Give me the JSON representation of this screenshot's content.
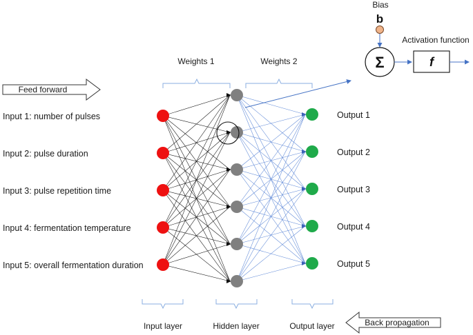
{
  "labels": {
    "feed_forward": "Feed forward",
    "back_propagation": "Back propagation",
    "weights_1": "Weights 1",
    "weights_2": "Weights 2",
    "bias": "Bias",
    "bias_symbol": "b",
    "sum_symbol": "Σ",
    "activation_symbol": "f",
    "activation_function": "Activation function"
  },
  "layers": {
    "input": {
      "caption": "Input layer",
      "color": "#ee1111",
      "nodes": [
        "Input 1: number of pulses",
        "Input 2: pulse duration",
        "Input 3: pulse repetition time",
        "Input 4: fermentation temperature",
        "Input 5: overall fermentation duration"
      ]
    },
    "hidden": {
      "caption": "Hidden layer",
      "color": "#808080",
      "node_count": 6
    },
    "output": {
      "caption": "Output layer",
      "color": "#1faa4a",
      "nodes": [
        "Output 1",
        "Output 2",
        "Output 3",
        "Output 4",
        "Output 5"
      ]
    }
  },
  "colors": {
    "weights_1_lines": "#111111",
    "weights_2_lines": "#5b86d6",
    "bias_node": "#f0b48a",
    "bracket": "#8aaee0"
  }
}
